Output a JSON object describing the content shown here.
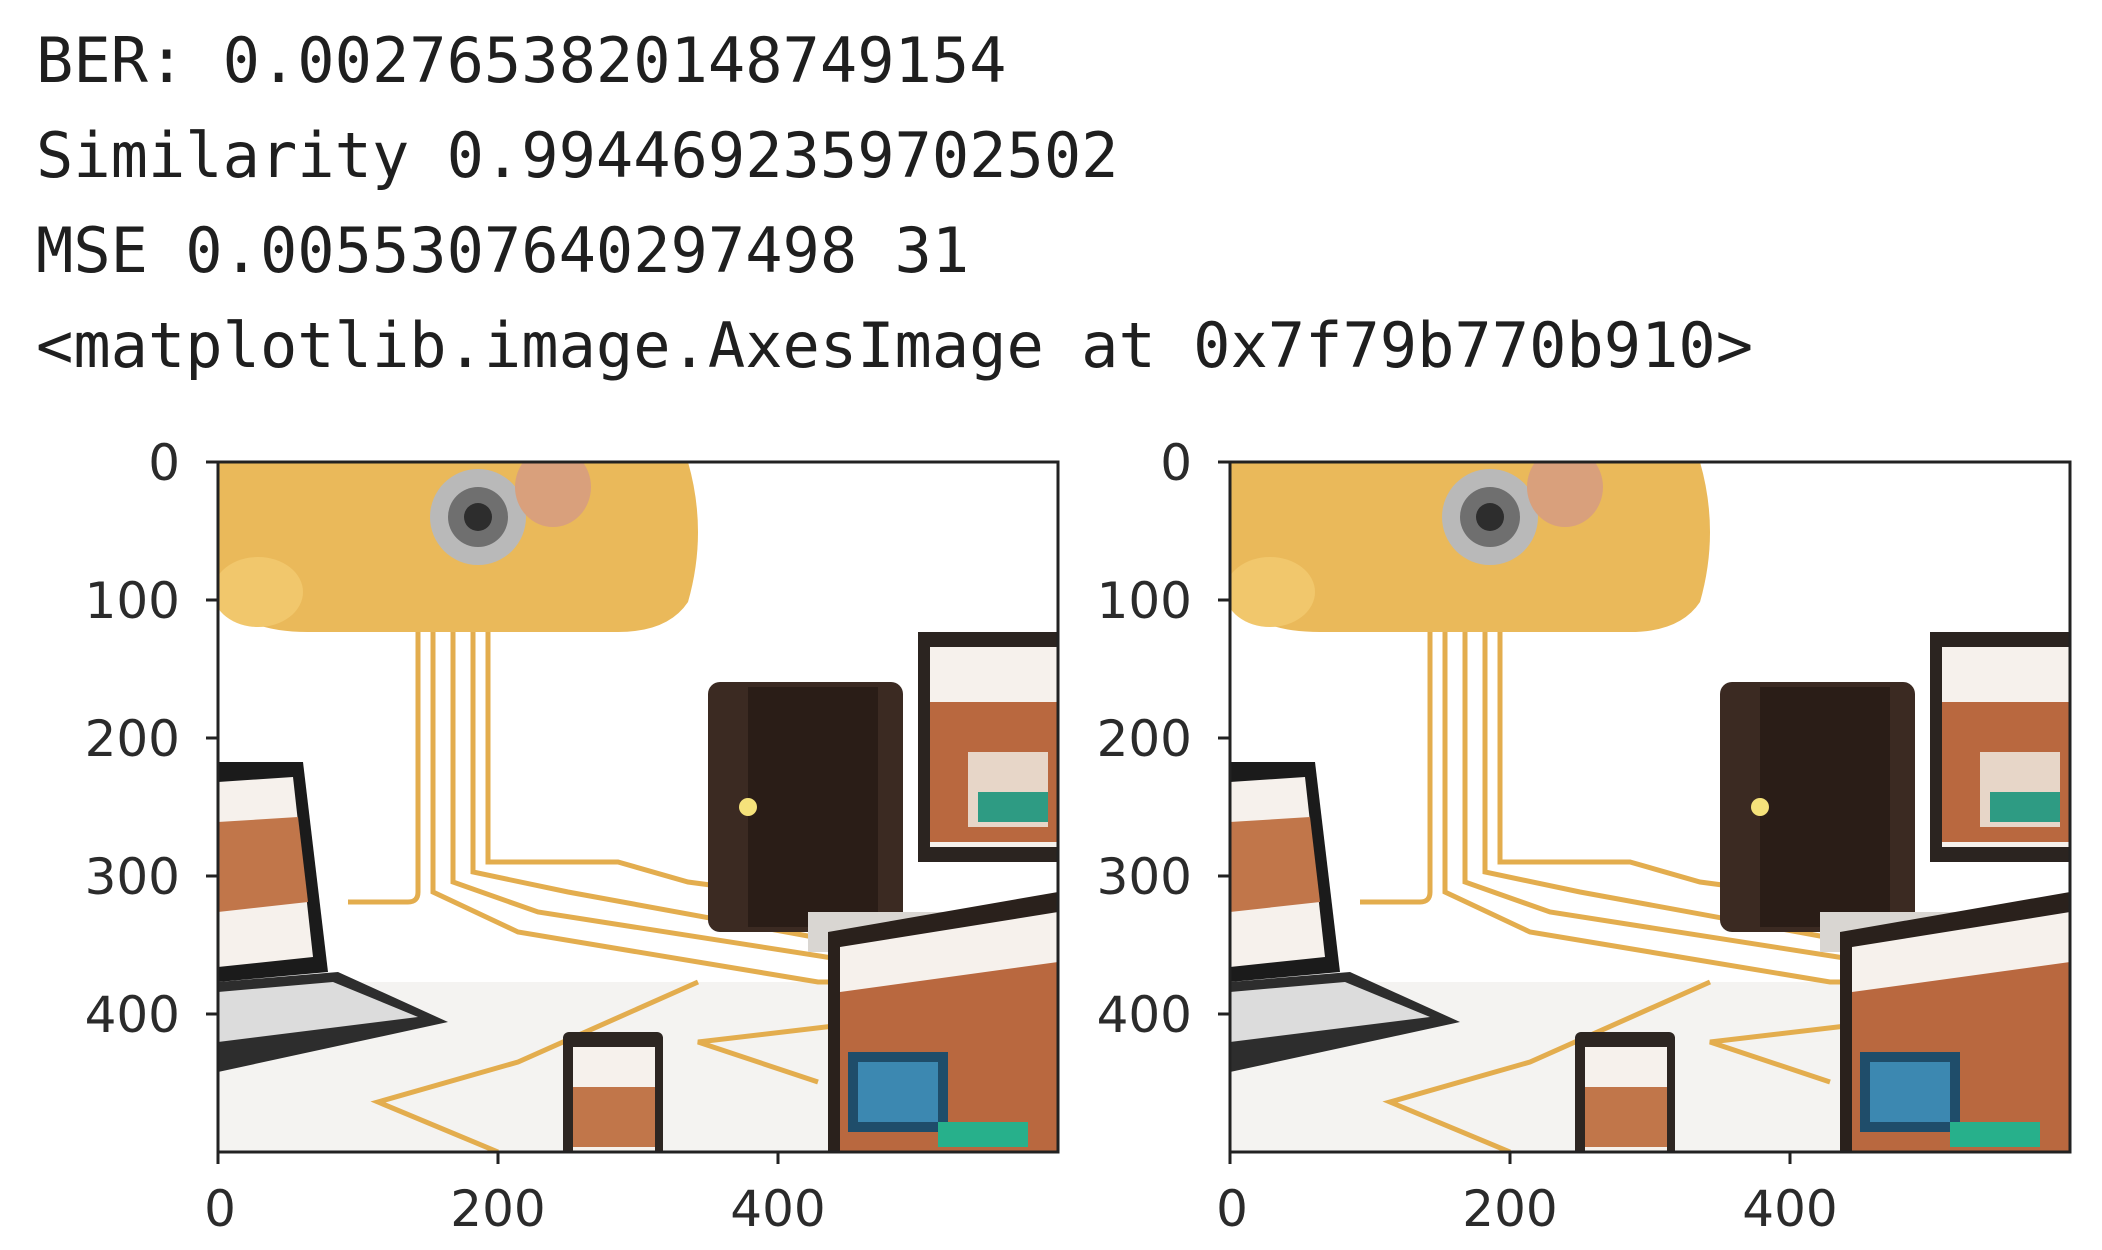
{
  "output": {
    "ber_line": "BER: 0.0027653820148749154",
    "similarity_line": "Similarity 0.9944692359702502",
    "mse_line": "MSE 0.0055307640297498 31",
    "repr_line": "<matplotlib.image.AxesImage at 0x7f79b770b910>"
  },
  "plots": [
    {
      "y_ticks": [
        "0",
        "100",
        "200",
        "300",
        "400"
      ],
      "x_ticks": [
        "0",
        "200",
        "400"
      ]
    },
    {
      "y_ticks": [
        "0",
        "100",
        "200",
        "300",
        "400"
      ],
      "x_ticks": [
        "0",
        "200",
        "400"
      ]
    }
  ],
  "colors": {
    "cloud": "#eab95a",
    "wire": "#e3ad4e",
    "tower": "#3b2a22",
    "screen_accent": "#b9683f",
    "background": "#ffffff"
  }
}
